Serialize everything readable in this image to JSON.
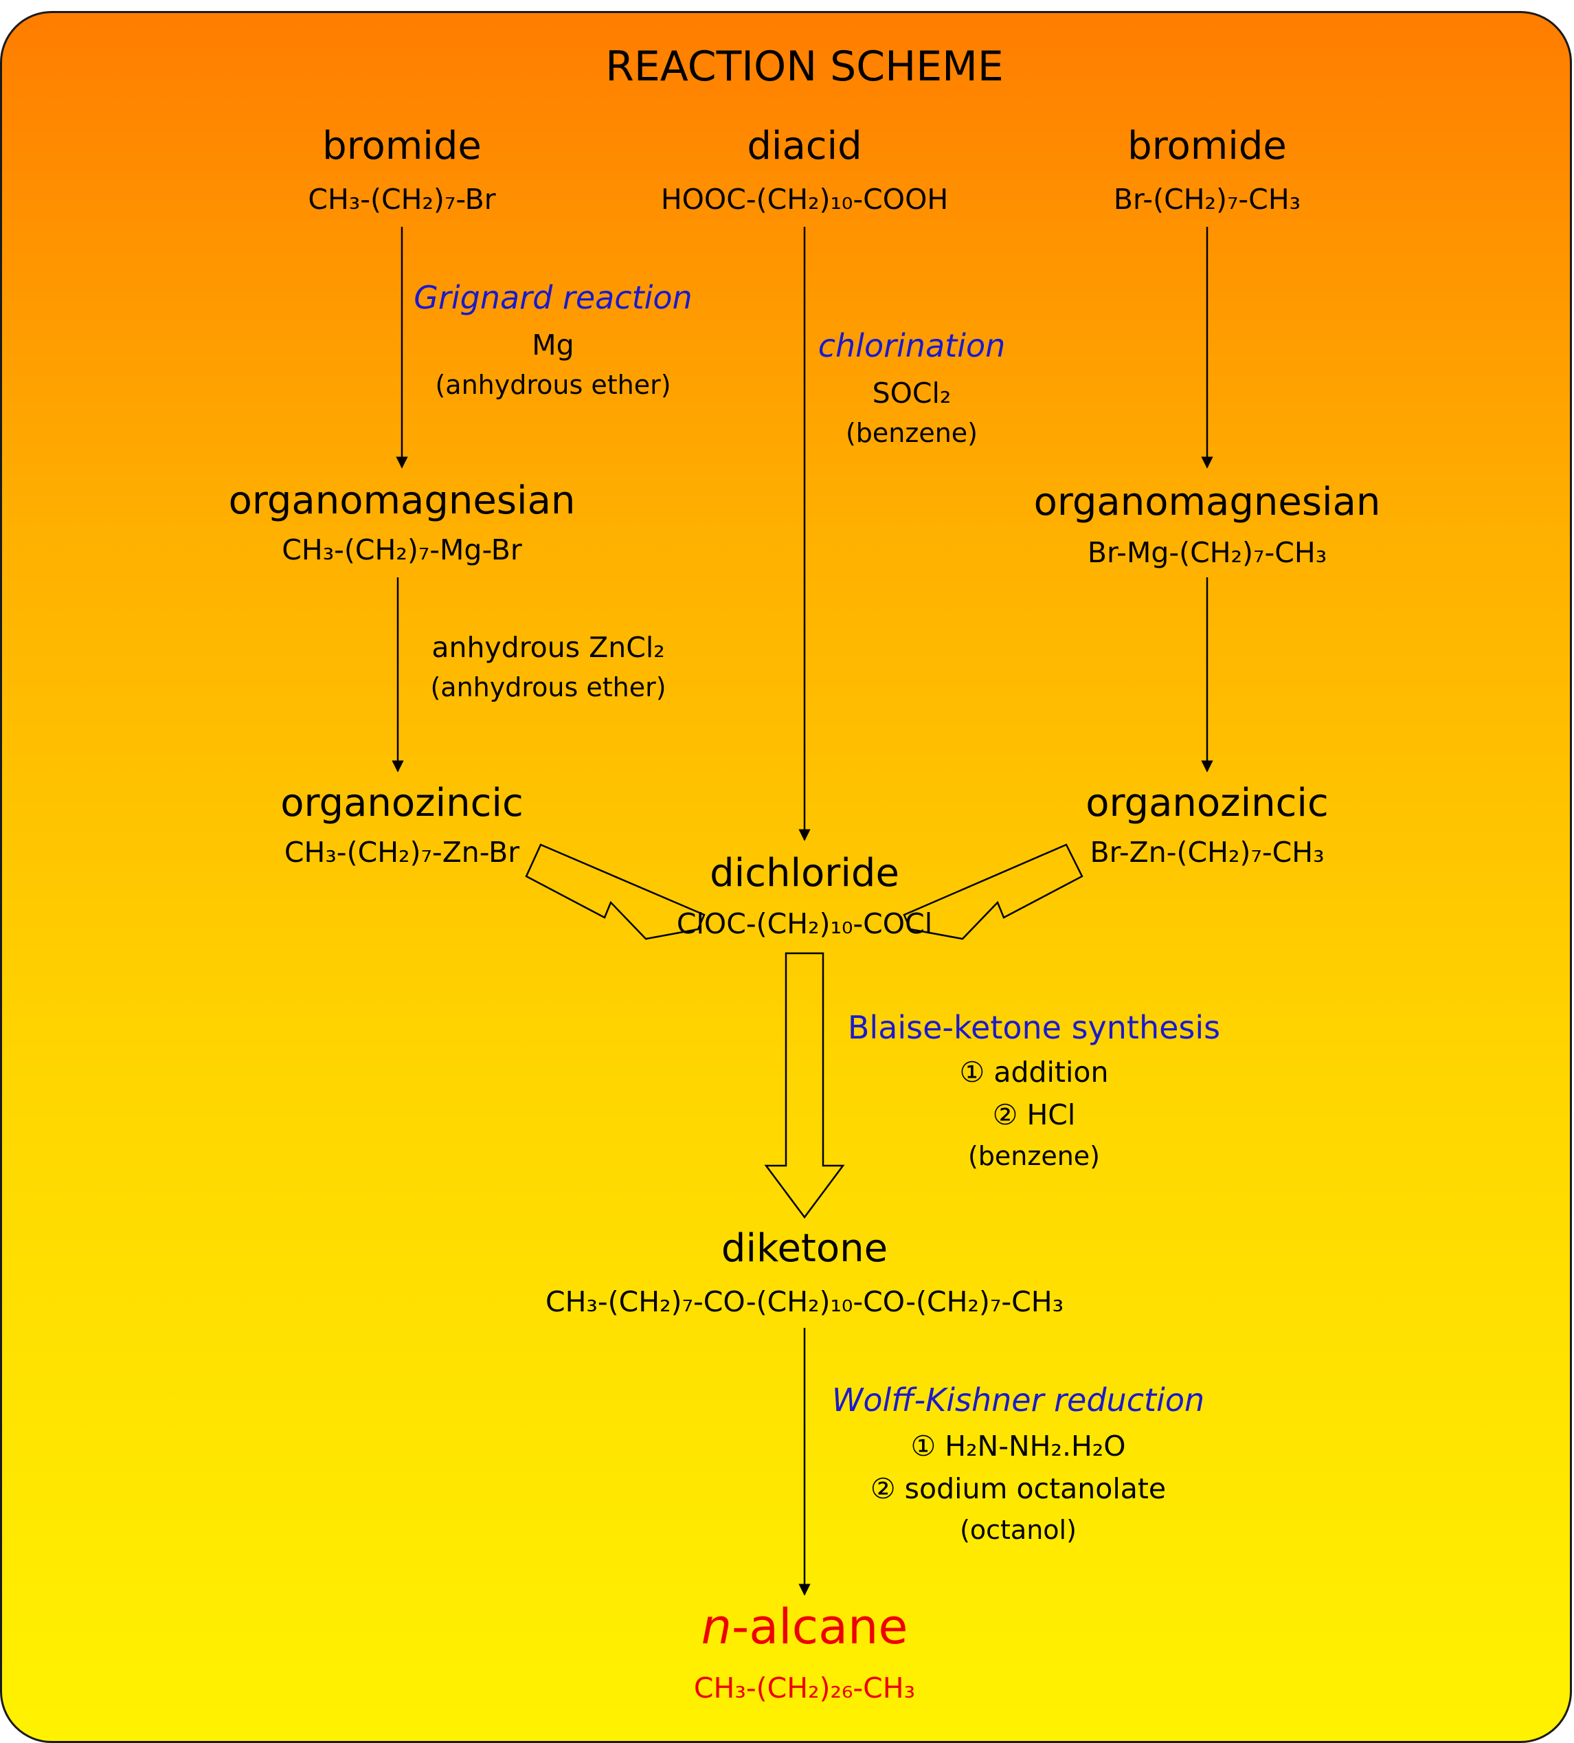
{
  "title": "REACTION SCHEME",
  "bromide_left": {
    "name": "bromide",
    "formula": "CH₃-(CH₂)₇-Br"
  },
  "diacid": {
    "name": "diacid",
    "formula": "HOOC-(CH₂)₁₀-COOH"
  },
  "bromide_right": {
    "name": "bromide",
    "formula": "Br-(CH₂)₇-CH₃"
  },
  "grignard": {
    "step": "Grignard reaction",
    "reagent": "Mg",
    "solvent": "(anhydrous ether)"
  },
  "chlorination": {
    "step": "chlorination",
    "reagent": "SOCl₂",
    "solvent": "(benzene)"
  },
  "organomagnesian_left": {
    "name": "organomagnesian",
    "formula": "CH₃-(CH₂)₇-Mg-Br"
  },
  "organomagnesian_right": {
    "name": "organomagnesian",
    "formula": "Br-Mg-(CH₂)₇-CH₃"
  },
  "zinc_step": {
    "reagent": "anhydrous ZnCl₂",
    "solvent": "(anhydrous ether)"
  },
  "organozincic_left": {
    "name": "organozincic",
    "formula": "CH₃-(CH₂)₇-Zn-Br"
  },
  "organozincic_right": {
    "name": "organozincic",
    "formula": "Br-Zn-(CH₂)₇-CH₃"
  },
  "dichloride": {
    "name": "dichloride",
    "formula": "ClOC-(CH₂)₁₀-COCl"
  },
  "blaise": {
    "step": "Blaise-ketone synthesis",
    "substep1": "① addition",
    "substep2": "② HCl",
    "solvent": "(benzene)"
  },
  "diketone": {
    "name": "diketone",
    "formula": "CH₃-(CH₂)₇-CO-(CH₂)₁₀-CO-(CH₂)₇-CH₃"
  },
  "wolff": {
    "step": "Wolff-Kishner reduction",
    "substep1": "① H₂N-NH₂.H₂O",
    "substep2": "② sodium octanolate",
    "solvent": "(octanol)"
  },
  "product": {
    "name_prefix": "n",
    "name_rest": "-alcane",
    "formula": "CH₃-(CH₂)₂₆-CH₃"
  }
}
